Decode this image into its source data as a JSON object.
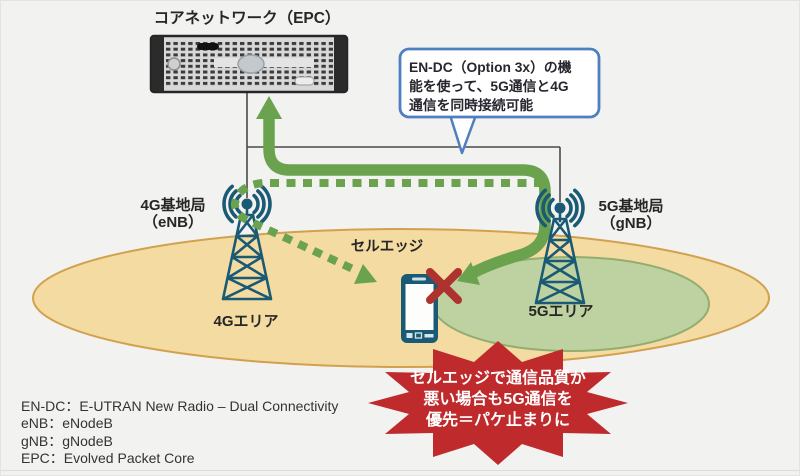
{
  "title": "コアネットワーク（EPC）",
  "callout": {
    "lines": [
      "EN-DC（Option 3x）の機",
      "能を使って、5G通信と4G",
      "通信を同時接続可能"
    ]
  },
  "stations": {
    "left": {
      "name": "4G基地局",
      "sub": "（eNB）"
    },
    "right": {
      "name": "5G基地局",
      "sub": "（gNB）"
    }
  },
  "labels": {
    "cell_edge": "セルエッジ",
    "area_4g": "4Gエリア",
    "area_5g": "5Gエリア"
  },
  "burst": {
    "lines": [
      "セルエッジで通信品質が",
      "悪い場合も5G通信を",
      "優先＝パケ止まりに"
    ]
  },
  "legend": {
    "lines": [
      "EN-DC：E-UTRAN New Radio – Dual Connectivity",
      "eNB：eNodeB",
      "gNB：gNodeB",
      "EPC：Evolved Packet Core"
    ]
  },
  "icons": {
    "core_server": "rack-server-icon",
    "base_station": "antenna-tower-icon",
    "device": "smartphone-icon",
    "blocked": "x-mark-icon",
    "uplink": "green-arrow-up",
    "split_link": "green-dashed-arrow"
  },
  "colors": {
    "background": "#f2f2f0",
    "green_arrow": "#6ba24e",
    "area_4g_fill": "#f4dba2",
    "area_4g_border": "#d2a14e",
    "area_5g_fill": "#bdd2a0",
    "area_5g_border": "#93ad70",
    "tower_teal": "#1a5a75",
    "alert_burst_red": "#bf2a2c",
    "x_mark_red": "#ae332e",
    "callout_border_blue": "#4e7fc1",
    "link_line_gray": "#4a4a4a",
    "text_dark": "#262626"
  }
}
